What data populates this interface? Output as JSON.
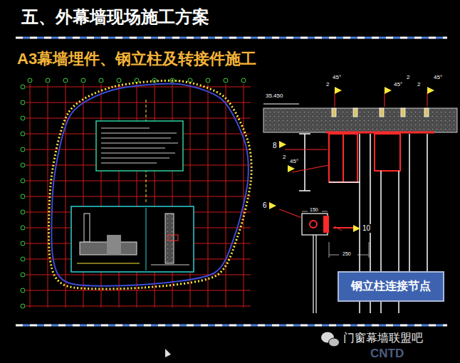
{
  "diagram": {
    "title": "五、外幕墙现场施工方案",
    "nodes": [
      {
        "text": [
          "钢立柱连接节点"
        ]
      }
    ],
    "labels": [
      "A3幕墙埋件、钢立柱及转接件施工",
      "35.450",
      "2",
      "45°",
      "45°",
      "2",
      "2",
      "45°",
      "8",
      "2",
      "45°",
      "6",
      "150",
      "10",
      "250",
      "门窗幕墙联盟吧",
      "CNTD"
    ]
  }
}
